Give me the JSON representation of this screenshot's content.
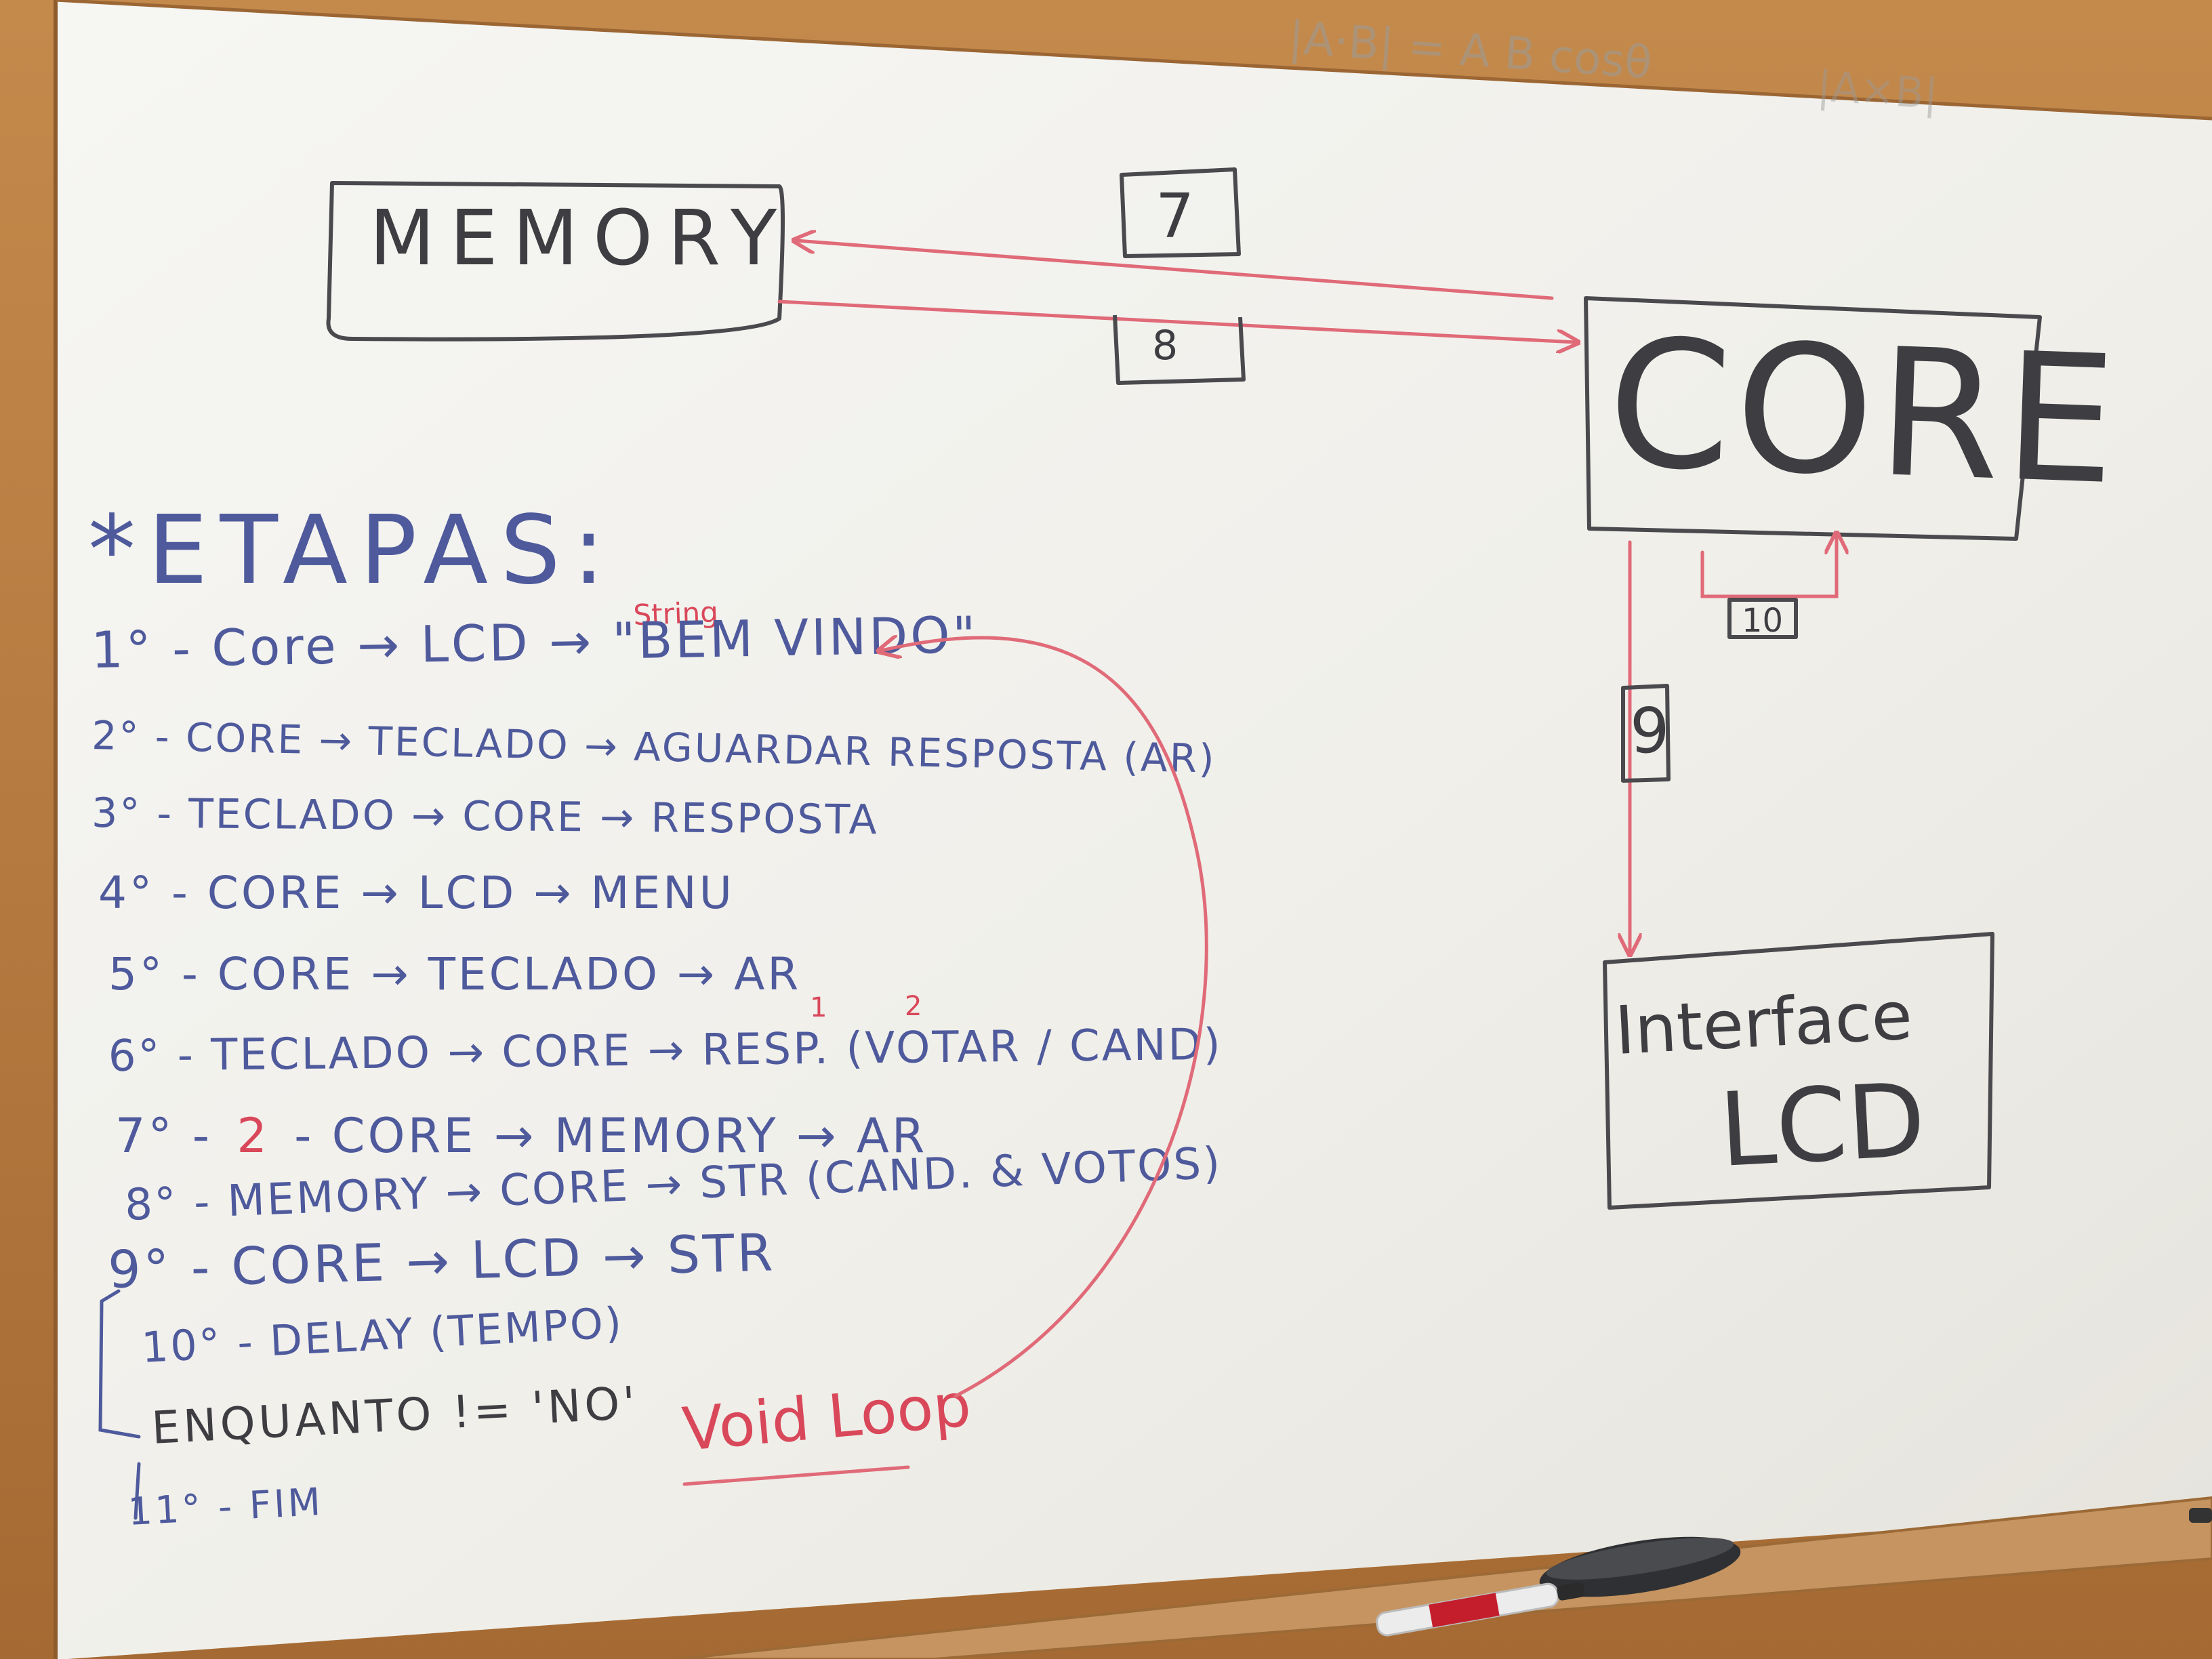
{
  "corner_formulas": {
    "dot_product": "|A·B| = A B cosθ",
    "cross_product": "|A×B|"
  },
  "diagram": {
    "memory_box": "MEMORY",
    "core_box": "CORE",
    "lcd_box_line1": "Interface",
    "lcd_box_line2": "LCD",
    "step_tags": [
      "7",
      "8",
      "9",
      "10"
    ]
  },
  "steps_title": "*ETAPAS:",
  "steps": {
    "s1": "1° - Core → LCD → \"BEM VINDO\"",
    "s1_annotation": "String",
    "s2": "2° - CORE → TECLADO → AGUARDAR RESPOSTA (AR)",
    "s3": "3° - TECLADO → CORE → RESPOSTA",
    "s4": "4° - CORE → LCD → MENU",
    "s5": "5° - CORE → TECLADO → AR",
    "s6": "6° - TECLADO → CORE → RESP. (VOTAR / CAND)",
    "s6_annotation_1": "1",
    "s6_annotation_2": "2",
    "s7_prefix": "7° -",
    "s7_red": "2",
    "s7_rest": "- CORE → MEMORY → AR",
    "s8": "8° - MEMORY → CORE → STR (CAND. & VOTOS)",
    "s9": "9° - CORE → LCD → STR",
    "s10": "10° - DELAY (TEMPO)",
    "loop": "ENQUANTO != 'NO'",
    "s11": "11° - FIM"
  },
  "loop_label": "Void Loop",
  "colors": {
    "board": "#f1f0ec",
    "frame": "#b3783f",
    "tray": "#c08a55",
    "marker_blue": "#4e5a9c",
    "marker_black": "#3d3d42",
    "marker_red": "#d9485a"
  }
}
